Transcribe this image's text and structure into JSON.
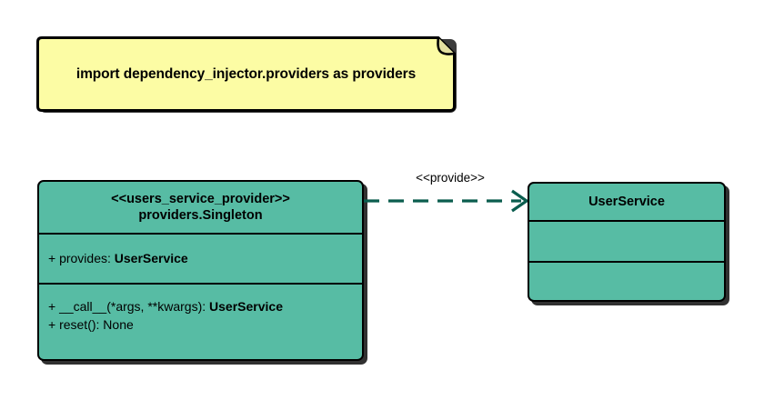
{
  "diagram": {
    "type": "uml-class-diagram",
    "background": "#ffffff",
    "note": {
      "text": "import dependency_injector.providers as providers",
      "fill": "#FCFCA4",
      "border": "#000000"
    },
    "classes": [
      {
        "id": "users_service_provider",
        "stereotype": "<<users_service_provider>>",
        "name": "providers.Singleton",
        "fill": "#57BCA4",
        "border": "#000000",
        "attributes": [
          {
            "prefix": "+ provides: ",
            "type": "UserService"
          }
        ],
        "methods": [
          {
            "prefix": "+ __call__(*args, **kwargs): ",
            "type": "UserService"
          },
          {
            "prefix": "+ reset(): None",
            "type": ""
          }
        ]
      },
      {
        "id": "user_service",
        "name": "UserService",
        "fill": "#57BCA4",
        "border": "#000000",
        "attributes": [],
        "methods": []
      }
    ],
    "relationships": [
      {
        "id": "provide-dependency",
        "label": "<<provide>>",
        "style": "dashed",
        "arrowhead": "open",
        "color": "#0A5D4E",
        "from": "users_service_provider",
        "to": "user_service"
      }
    ]
  }
}
